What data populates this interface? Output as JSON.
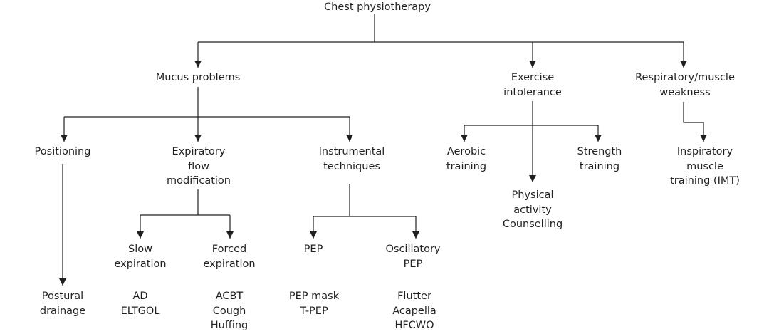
{
  "diagram": {
    "line_color": "#231f20",
    "text_color": "#231f20",
    "nodes": {
      "root": [
        "Chest physiotherapy"
      ],
      "mucus": [
        "Mucus problems"
      ],
      "exercise": [
        "Exercise",
        "intolerance"
      ],
      "respiratory": [
        "Respiratory/muscle",
        "weakness"
      ],
      "positioning": [
        "Positioning"
      ],
      "expiratory": [
        "Expiratory",
        "flow",
        "modification"
      ],
      "instrumental": [
        "Instrumental",
        "techniques"
      ],
      "aerobic": [
        "Aerobic",
        "training"
      ],
      "strength": [
        "Strength",
        "training"
      ],
      "physical": [
        "Physical",
        "activity",
        "Counselling"
      ],
      "imt": [
        "Inspiratory",
        "muscle",
        "training (IMT)"
      ],
      "slow": [
        "Slow",
        "expiration"
      ],
      "forced": [
        "Forced",
        "expiration"
      ],
      "pep": [
        "PEP"
      ],
      "oscillatory": [
        "Oscillatory",
        "PEP"
      ],
      "postural": [
        "Postural",
        "drainage"
      ],
      "ad": [
        "AD",
        "ELTGOL"
      ],
      "acbt": [
        "ACBT",
        "Cough",
        "Huffing"
      ],
      "pepmask": [
        "PEP mask",
        "T-PEP"
      ],
      "flutter": [
        "Flutter",
        "Acapella",
        "HFCWO"
      ]
    }
  }
}
